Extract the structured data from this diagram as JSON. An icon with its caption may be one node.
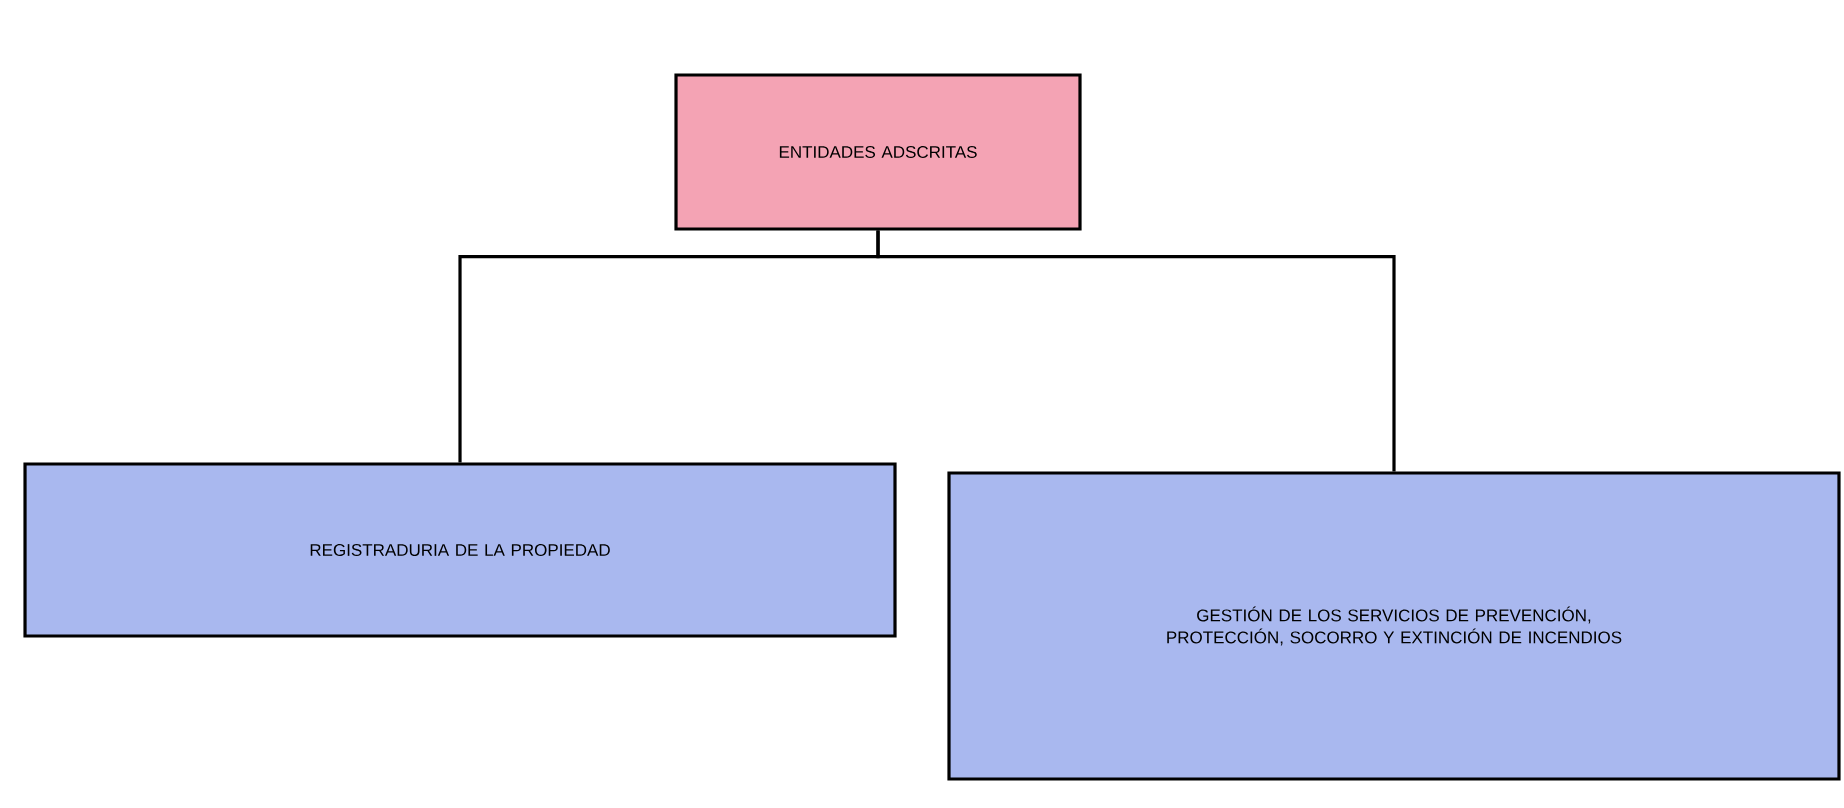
{
  "diagram": {
    "nodes": [
      {
        "text": [
          "ENTIDADES ADSCRITAS"
        ]
      },
      {
        "text": [
          "REGISTRADURIA DE LA PROPIEDAD"
        ]
      },
      {
        "text": [
          "GESTIÓN DE LOS SERVICIOS DE PREVENCIÓN, PROTECCIÓN, SOCORRO Y EXTINCIÓN DE INCENDIOS"
        ]
      }
    ],
    "edges": [
      {
        "from": 0,
        "to": 1,
        "arrow": "none"
      },
      {
        "from": 0,
        "to": 2,
        "arrow": "none"
      }
    ]
  }
}
